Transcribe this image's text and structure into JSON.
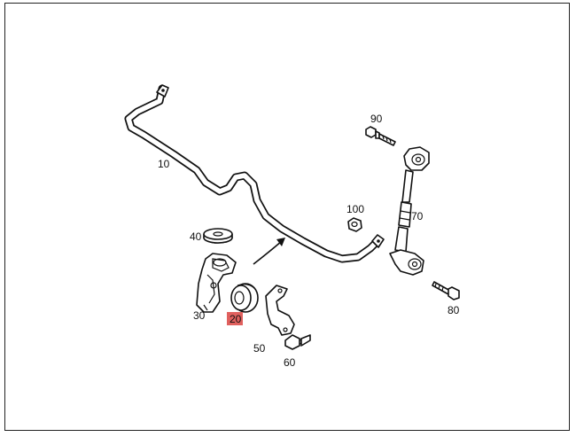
{
  "parts": {
    "stabilizer_bar": "10",
    "bushing": "20",
    "bracket": "30",
    "rubber_mount": "40",
    "clamp": "50",
    "clamp_bolt": "60",
    "link_rod": "70",
    "link_lower_bolt": "80",
    "link_upper_bolt": "90",
    "nut": "100"
  },
  "highlight_color": "#e0605e"
}
